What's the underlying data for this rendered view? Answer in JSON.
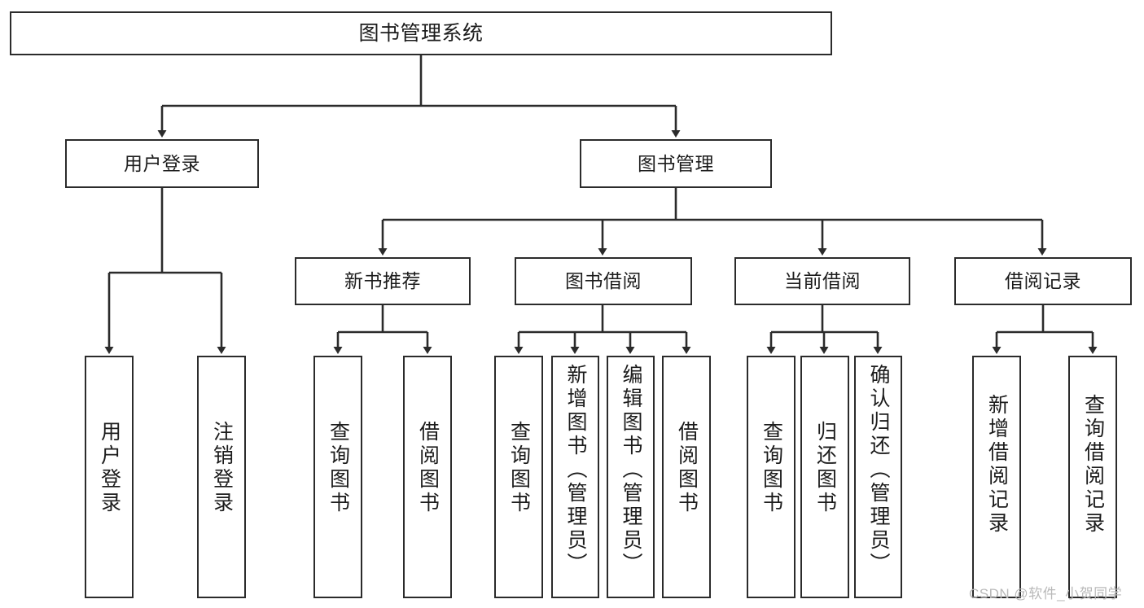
{
  "diagram": {
    "type": "tree",
    "title": "图书管理系统",
    "root": {
      "id": "root",
      "label": "图书管理系统"
    },
    "level1": [
      {
        "id": "user-login",
        "label": "用户登录"
      },
      {
        "id": "book-manage",
        "label": "图书管理"
      }
    ],
    "level2": [
      {
        "id": "new-book-rec",
        "label": "新书推荐",
        "parent": "book-manage"
      },
      {
        "id": "book-borrow",
        "label": "图书借阅",
        "parent": "book-manage"
      },
      {
        "id": "current-borrow",
        "label": "当前借阅",
        "parent": "book-manage"
      },
      {
        "id": "borrow-record",
        "label": "借阅记录",
        "parent": "book-manage"
      }
    ],
    "leaves": {
      "user-login": [
        {
          "id": "leaf-user-login",
          "label": "用户登录"
        },
        {
          "id": "leaf-user-logout",
          "label": "注销登录"
        }
      ],
      "new-book-rec": [
        {
          "id": "leaf-query-book-1",
          "label": "查询图书"
        },
        {
          "id": "leaf-borrow-book-1",
          "label": "借阅图书"
        }
      ],
      "book-borrow": [
        {
          "id": "leaf-query-book-2",
          "label": "查询图书"
        },
        {
          "id": "leaf-add-book",
          "label": "新增图书（管理员）"
        },
        {
          "id": "leaf-edit-book",
          "label": "编辑图书（管理员）"
        },
        {
          "id": "leaf-borrow-book-2",
          "label": "借阅图书"
        }
      ],
      "current-borrow": [
        {
          "id": "leaf-query-book-3",
          "label": "查询图书"
        },
        {
          "id": "leaf-return-book",
          "label": "归还图书"
        },
        {
          "id": "leaf-confirm-return",
          "label": "确认归还（管理员）"
        }
      ],
      "borrow-record": [
        {
          "id": "leaf-add-record",
          "label": "新增借阅记录"
        },
        {
          "id": "leaf-query-record",
          "label": "查询借阅记录"
        }
      ]
    },
    "colors": {
      "stroke": "#2b2b2b",
      "fill": "#ffffff",
      "text": "#1c1c1c",
      "watermark": "#b9b9b9"
    }
  },
  "watermark": {
    "text": "CSDN @软件_小贺同学"
  }
}
